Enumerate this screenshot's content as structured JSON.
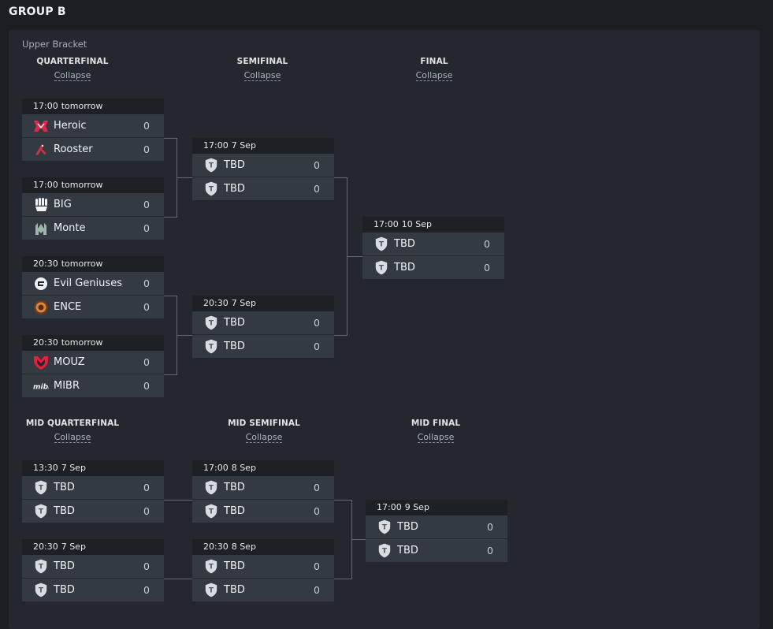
{
  "group_title": "GROUP B",
  "upper_bracket_label": "Upper Bracket",
  "columns": {
    "quarterfinal": {
      "title": "QUARTERFINAL",
      "link": "Collapse"
    },
    "semifinal": {
      "title": "SEMIFINAL",
      "link": "Collapse"
    },
    "final": {
      "title": "FINAL",
      "link": "Collapse"
    },
    "mid_quarterfinal": {
      "title": "MID QUARTERFINAL",
      "link": "Collapse"
    },
    "mid_semifinal": {
      "title": "MID SEMIFINAL",
      "link": "Collapse"
    },
    "mid_final": {
      "title": "MID FINAL",
      "link": "Collapse"
    }
  },
  "matches": {
    "qf1": {
      "time": "17:00",
      "day": "tomorrow",
      "teams": [
        {
          "name": "Heroic",
          "score": "0",
          "icon": "heroic-logo-icon"
        },
        {
          "name": "Rooster",
          "score": "0",
          "icon": "rooster-logo-icon"
        }
      ]
    },
    "qf2": {
      "time": "17:00",
      "day": "tomorrow",
      "teams": [
        {
          "name": "BIG",
          "score": "0",
          "icon": "big-logo-icon"
        },
        {
          "name": "Monte",
          "score": "0",
          "icon": "monte-logo-icon"
        }
      ]
    },
    "qf3": {
      "time": "20:30",
      "day": "tomorrow",
      "teams": [
        {
          "name": "Evil Geniuses",
          "score": "0",
          "icon": "evil-geniuses-logo-icon"
        },
        {
          "name": "ENCE",
          "score": "0",
          "icon": "ence-logo-icon"
        }
      ]
    },
    "qf4": {
      "time": "20:30",
      "day": "tomorrow",
      "teams": [
        {
          "name": "MOUZ",
          "score": "0",
          "icon": "mouz-logo-icon"
        },
        {
          "name": "MIBR",
          "score": "0",
          "icon": "mibr-logo-icon"
        }
      ]
    },
    "sf1": {
      "time": "17:00",
      "day": "7 Sep",
      "teams": [
        {
          "name": "TBD",
          "score": "0",
          "icon": "tbd-shield-icon"
        },
        {
          "name": "TBD",
          "score": "0",
          "icon": "tbd-shield-icon"
        }
      ]
    },
    "sf2": {
      "time": "20:30",
      "day": "7 Sep",
      "teams": [
        {
          "name": "TBD",
          "score": "0",
          "icon": "tbd-shield-icon"
        },
        {
          "name": "TBD",
          "score": "0",
          "icon": "tbd-shield-icon"
        }
      ]
    },
    "f1": {
      "time": "17:00",
      "day": "10 Sep",
      "teams": [
        {
          "name": "TBD",
          "score": "0",
          "icon": "tbd-shield-icon"
        },
        {
          "name": "TBD",
          "score": "0",
          "icon": "tbd-shield-icon"
        }
      ]
    },
    "mqf1": {
      "time": "13:30",
      "day": "7 Sep",
      "teams": [
        {
          "name": "TBD",
          "score": "0",
          "icon": "tbd-shield-icon"
        },
        {
          "name": "TBD",
          "score": "0",
          "icon": "tbd-shield-icon"
        }
      ]
    },
    "mqf2": {
      "time": "20:30",
      "day": "7 Sep",
      "teams": [
        {
          "name": "TBD",
          "score": "0",
          "icon": "tbd-shield-icon"
        },
        {
          "name": "TBD",
          "score": "0",
          "icon": "tbd-shield-icon"
        }
      ]
    },
    "msf1": {
      "time": "17:00",
      "day": "8 Sep",
      "teams": [
        {
          "name": "TBD",
          "score": "0",
          "icon": "tbd-shield-icon"
        },
        {
          "name": "TBD",
          "score": "0",
          "icon": "tbd-shield-icon"
        }
      ]
    },
    "msf2": {
      "time": "20:30",
      "day": "8 Sep",
      "teams": [
        {
          "name": "TBD",
          "score": "0",
          "icon": "tbd-shield-icon"
        },
        {
          "name": "TBD",
          "score": "0",
          "icon": "tbd-shield-icon"
        }
      ]
    },
    "mf1": {
      "time": "17:00",
      "day": "9 Sep",
      "teams": [
        {
          "name": "TBD",
          "score": "0",
          "icon": "tbd-shield-icon"
        },
        {
          "name": "TBD",
          "score": "0",
          "icon": "tbd-shield-icon"
        }
      ]
    }
  }
}
